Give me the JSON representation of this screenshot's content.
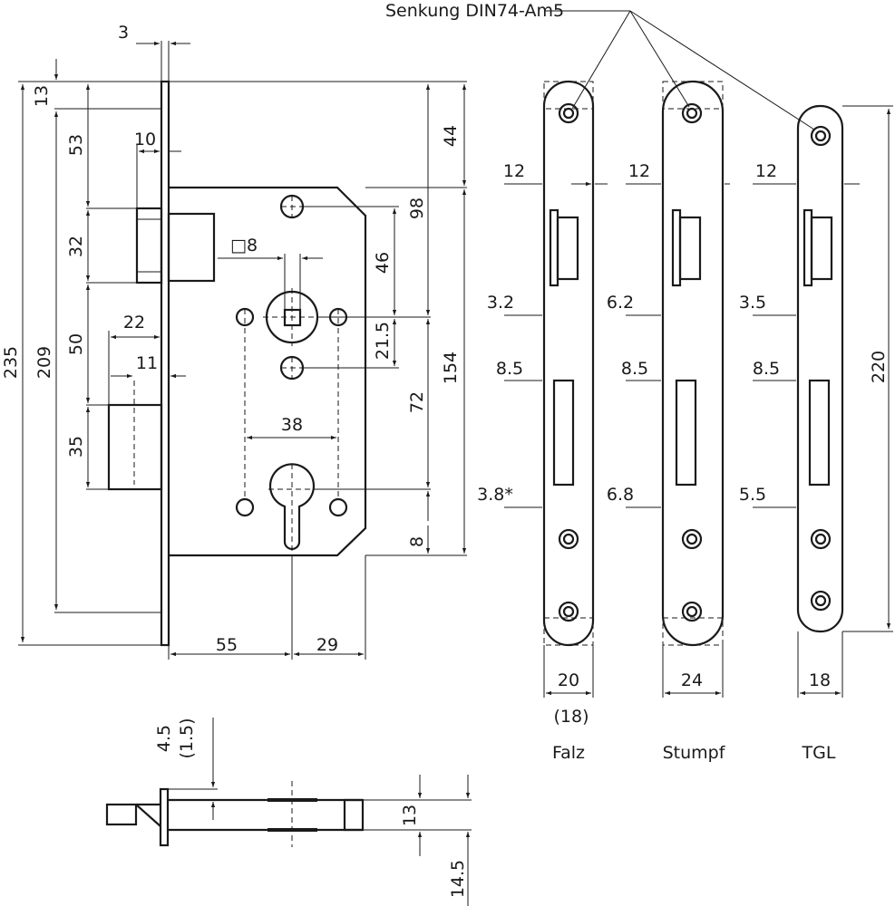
{
  "lock": {
    "dims": {
      "faceplate_thickness": "3",
      "top_offset": "13",
      "latch_top": "53",
      "latch_depth": "10",
      "latch_height": "32",
      "spindle": "□8",
      "bolt_throw": "22",
      "bolt_offset": "11",
      "latch_bolt_gap": "50",
      "bolt_height": "35",
      "total_height": "235",
      "screw_spacing": "209",
      "body_top": "44",
      "top_screw": "98",
      "spindle_offset": "46",
      "hole_offset": "21.5",
      "body_height": "154",
      "distance": "72",
      "bottom_offset": "8",
      "hole_spacing": "38",
      "backset": "55",
      "body_rest": "29"
    },
    "bottom_view": {
      "offset": "4.5",
      "offset_alt": "(1.5)",
      "body_width": "13",
      "plate_width": "14.5"
    }
  },
  "strike_plates": {
    "callout": "Senkung DIN74-Am5",
    "total_height": "220",
    "plates": [
      {
        "name": "Falz",
        "latch": "12",
        "d1": "3.2",
        "d2": "8.5",
        "d3": "3.8*",
        "width": "20",
        "width_alt": "(18)"
      },
      {
        "name": "Stumpf",
        "latch": "12",
        "d1": "6.2",
        "d2": "8.5",
        "d3": "6.8",
        "width": "24"
      },
      {
        "name": "TGL",
        "latch": "12",
        "d1": "3.5",
        "d2": "8.5",
        "d3": "5.5",
        "width": "18"
      }
    ]
  }
}
